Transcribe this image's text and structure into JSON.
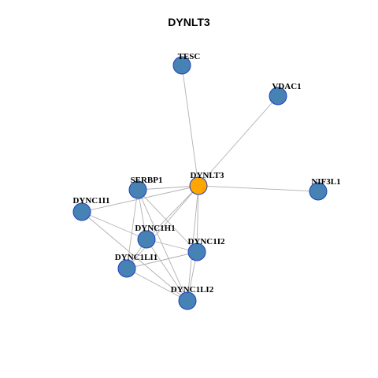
{
  "title": "DYNLT3",
  "colors": {
    "node_fill": "#4682b4",
    "node_stroke": "#1f3fbf",
    "center_fill": "#ffa500",
    "center_stroke": "#1f3fbf",
    "edge": "#b0b0b0"
  },
  "nodes": [
    {
      "id": "TESC",
      "label": "TESC",
      "center": false
    },
    {
      "id": "VDAC1",
      "label": "VDAC1",
      "center": false
    },
    {
      "id": "SERBP1",
      "label": "SERBP1",
      "center": false
    },
    {
      "id": "DYNLT3",
      "label": "DYNLT3",
      "center": true
    },
    {
      "id": "NIF3L1",
      "label": "NIF3L1",
      "center": false
    },
    {
      "id": "DYNC1I1",
      "label": "DYNC1I1",
      "center": false
    },
    {
      "id": "DYNC1H1",
      "label": "DYNC1H1",
      "center": false
    },
    {
      "id": "DYNC1I2",
      "label": "DYNC1I2",
      "center": false
    },
    {
      "id": "DYNC1LI1",
      "label": "DYNC1LI1",
      "center": false
    },
    {
      "id": "DYNC1LI2",
      "label": "DYNC1LI2",
      "center": false
    }
  ],
  "edges": [
    [
      "DYNLT3",
      "TESC"
    ],
    [
      "DYNLT3",
      "VDAC1"
    ],
    [
      "DYNLT3",
      "NIF3L1"
    ],
    [
      "DYNLT3",
      "SERBP1"
    ],
    [
      "DYNLT3",
      "DYNC1I1"
    ],
    [
      "DYNLT3",
      "DYNC1H1"
    ],
    [
      "DYNLT3",
      "DYNC1I2"
    ],
    [
      "DYNLT3",
      "DYNC1LI1"
    ],
    [
      "DYNLT3",
      "DYNC1LI2"
    ],
    [
      "SERBP1",
      "DYNC1H1"
    ],
    [
      "SERBP1",
      "DYNC1I2"
    ],
    [
      "SERBP1",
      "DYNC1LI1"
    ],
    [
      "SERBP1",
      "DYNC1LI2"
    ],
    [
      "DYNC1I1",
      "DYNC1H1"
    ],
    [
      "DYNC1I1",
      "DYNC1LI2"
    ],
    [
      "DYNC1H1",
      "DYNC1I2"
    ],
    [
      "DYNC1H1",
      "DYNC1LI1"
    ],
    [
      "DYNC1H1",
      "DYNC1LI2"
    ],
    [
      "DYNC1I2",
      "DYNC1LI1"
    ],
    [
      "DYNC1I2",
      "DYNC1LI2"
    ],
    [
      "DYNC1LI1",
      "DYNC1LI2"
    ]
  ]
}
